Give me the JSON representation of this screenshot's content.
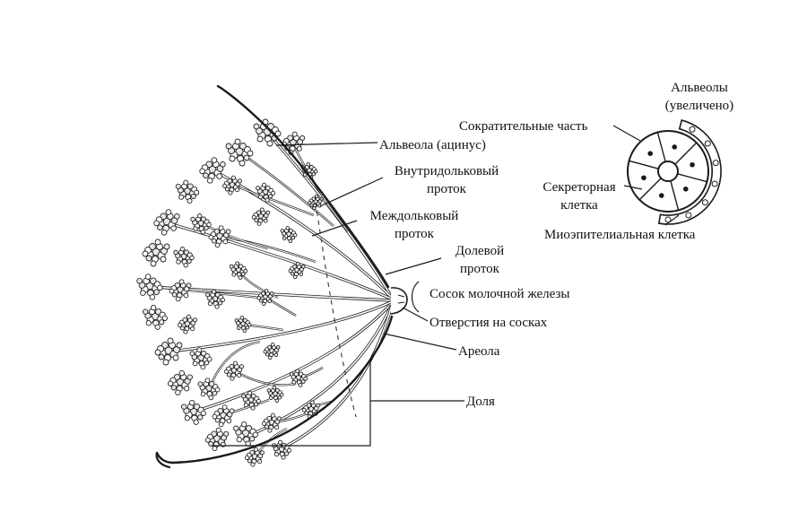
{
  "colors": {
    "ink": "#1a1a1a",
    "background": "#ffffff"
  },
  "labels": {
    "alveola": "Альвеола (ацинус)",
    "intralobular": "Внутридольковый проток",
    "interlobular": "Междольковый проток",
    "lobar": "Долевой проток",
    "nipple": "Сосок молочной железы",
    "openings": "Отверстия на сосках",
    "areola": "Ареола",
    "lobe": "Доля"
  },
  "inset": {
    "title": "Альвеолы (увеличено)",
    "contractile": "Сократительные часть",
    "secretory": "Секреторная клетка",
    "myoepithelial": "Миоэпителиальная клетка"
  }
}
